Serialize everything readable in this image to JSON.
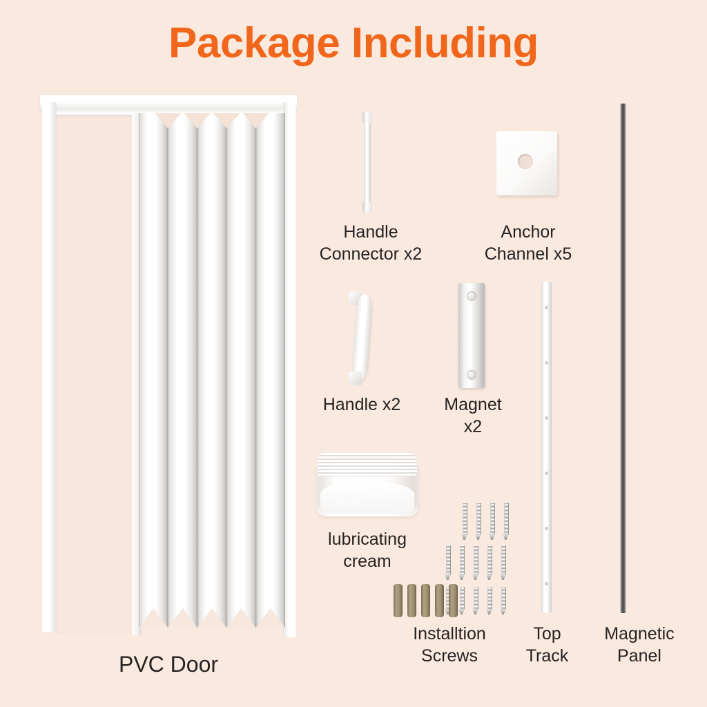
{
  "page": {
    "title": "Package Including",
    "background_color": "#f9e9df",
    "title_color": "#f0671c",
    "text_color": "#262322"
  },
  "items": [
    {
      "id": "pvc-door",
      "label": "PVC Door",
      "icon": "accordion-door-icon"
    },
    {
      "id": "handle-connector",
      "label": "Handle\nConnector x2",
      "icon": "rod-icon",
      "quantity": "x2"
    },
    {
      "id": "anchor-channel",
      "label": "Anchor\nChannel x5",
      "icon": "plate-with-hole-icon",
      "quantity": "x5"
    },
    {
      "id": "handle",
      "label": "Handle x2",
      "icon": "door-handle-icon",
      "quantity": "x2"
    },
    {
      "id": "magnet",
      "label": "Magnet\nx2",
      "icon": "magnet-strip-icon",
      "quantity": "x2"
    },
    {
      "id": "lubricating-cream",
      "label": "lubricating\ncream",
      "icon": "cream-jar-icon"
    },
    {
      "id": "installtion-screws",
      "label": "Installtion\nScrews",
      "icon": "screws-icon"
    },
    {
      "id": "top-track",
      "label": "Top\nTrack",
      "icon": "track-rail-icon"
    },
    {
      "id": "magnetic-panel",
      "label": "Magnetic\nPanel",
      "icon": "magnetic-strip-icon"
    }
  ],
  "screws": {
    "rows": [
      4,
      5,
      5
    ],
    "anchor_count": 5
  },
  "door": {
    "pleat_count": 5,
    "notch_count": 4
  }
}
